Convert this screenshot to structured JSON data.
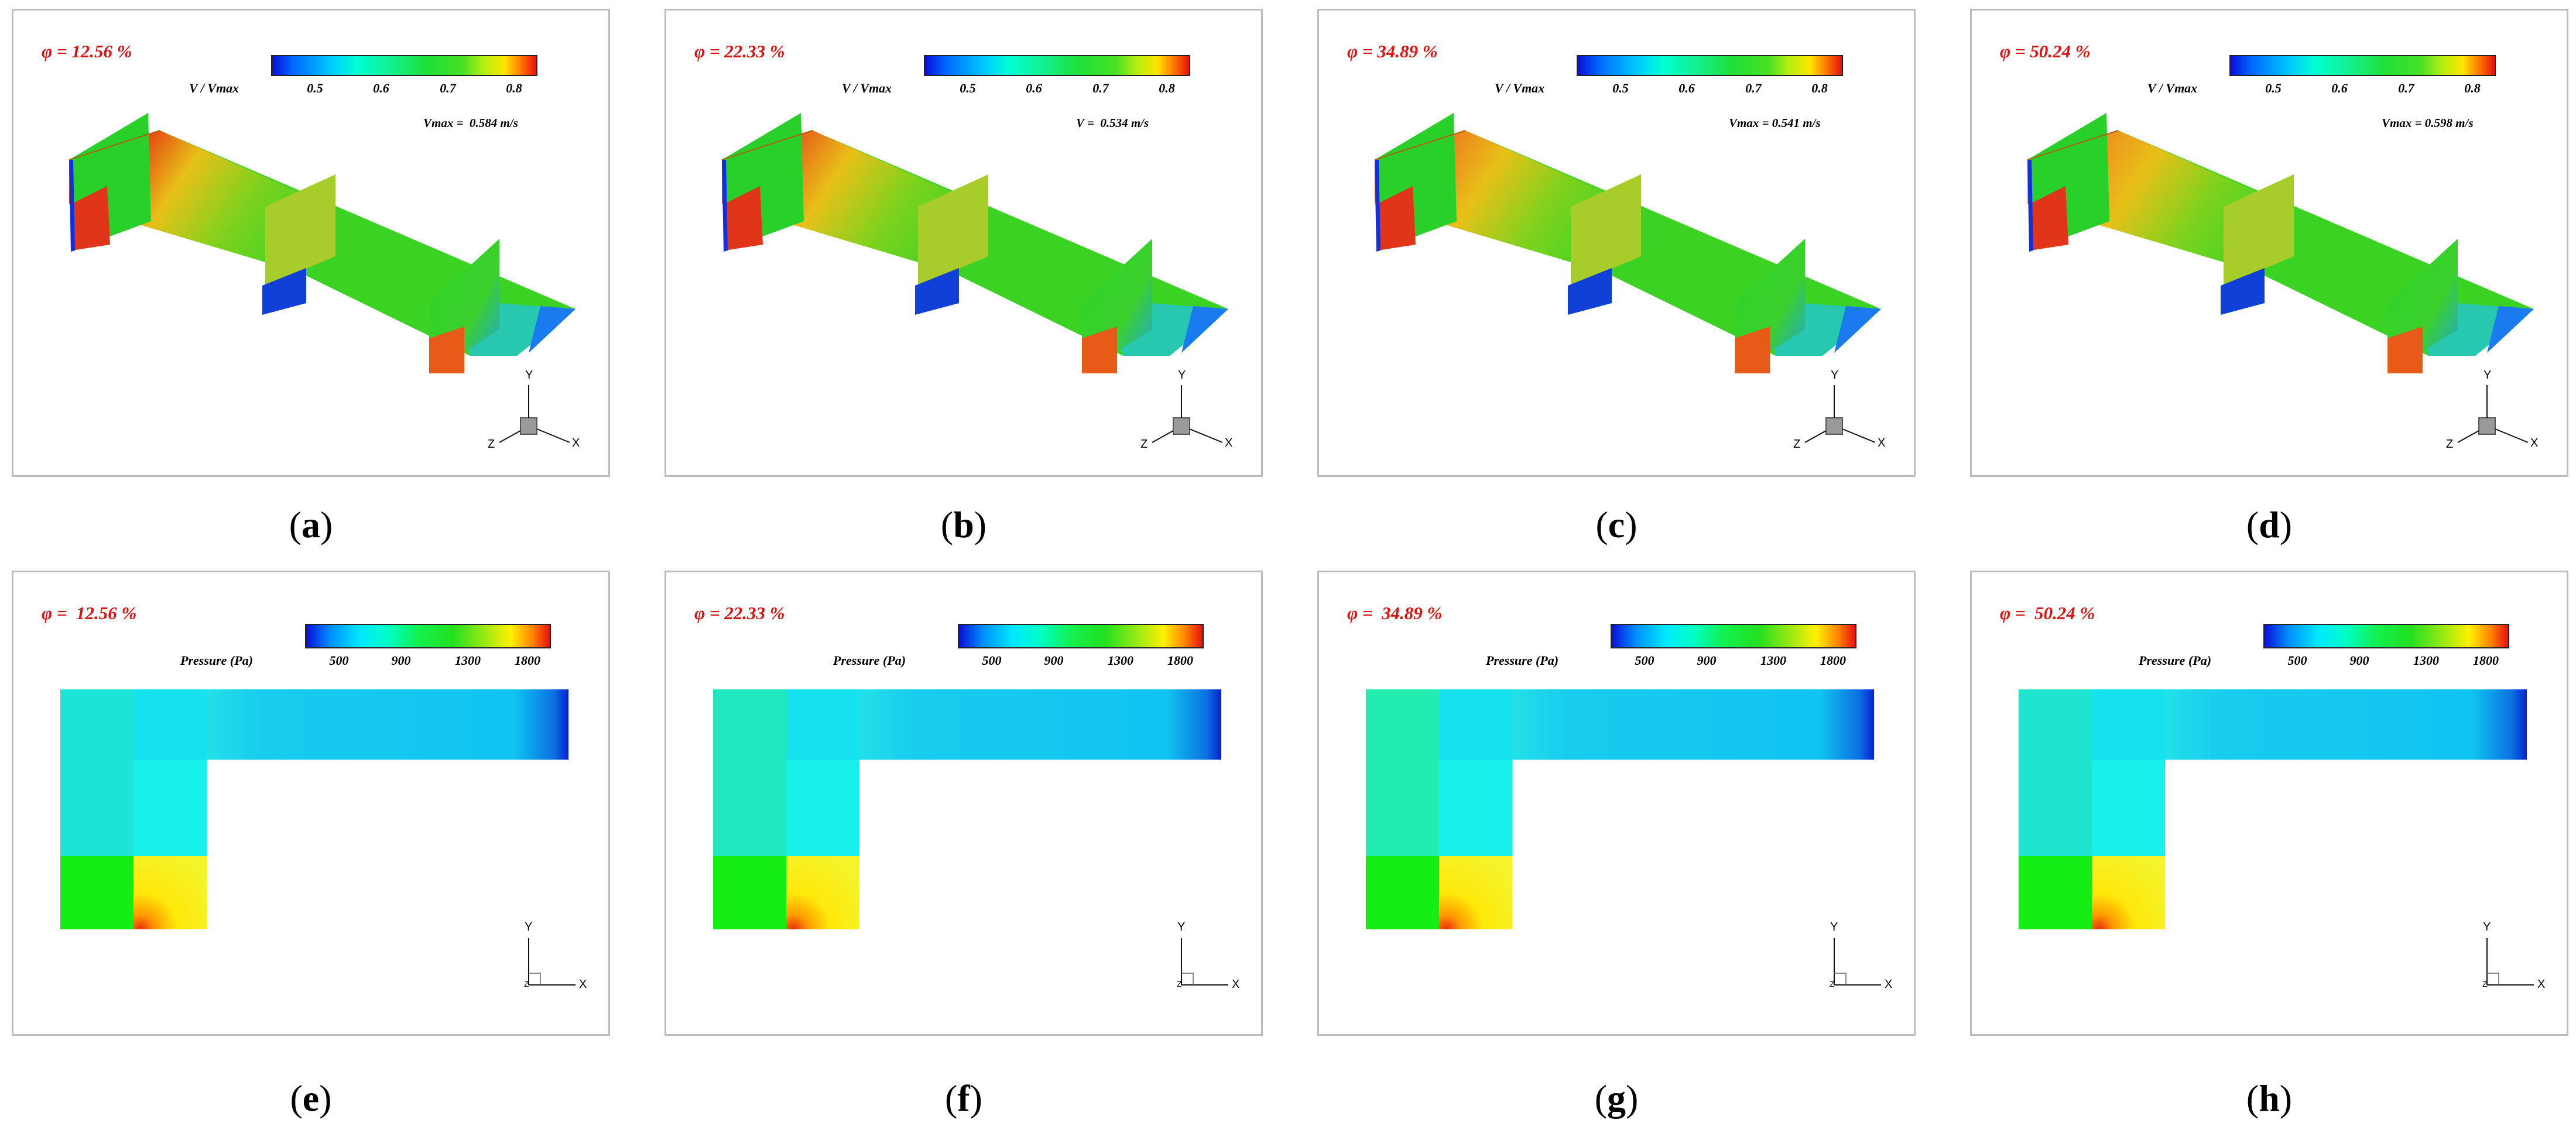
{
  "velocity_panels": [
    {
      "id": "a",
      "phi": "φ = 12.56 %",
      "legend_title": "V / Vmax",
      "ticks": [
        "0.5",
        "0.6",
        "0.7",
        "0.8"
      ],
      "vmax": "Vmax =  0.584 m/s",
      "caption": "a"
    },
    {
      "id": "b",
      "phi": "φ = 22.33 %",
      "legend_title": "V / Vmax",
      "ticks": [
        "0.5",
        "0.6",
        "0.7",
        "0.8"
      ],
      "vmax": "V =  0.534 m/s",
      "caption": "b"
    },
    {
      "id": "c",
      "phi": "φ = 34.89 %",
      "legend_title": "V / Vmax",
      "ticks": [
        "0.5",
        "0.6",
        "0.7",
        "0.8"
      ],
      "vmax": "Vmax = 0.541 m/s",
      "caption": "c"
    },
    {
      "id": "d",
      "phi": "φ = 50.24 %",
      "legend_title": "V / Vmax",
      "ticks": [
        "0.5",
        "0.6",
        "0.7",
        "0.8"
      ],
      "vmax": "Vmax = 0.598 m/s",
      "caption": "d"
    }
  ],
  "pressure_panels": [
    {
      "id": "e",
      "phi": "φ =  12.56 %",
      "legend_title": "Pressure (Pa)",
      "ticks": [
        "500",
        "900",
        "1300",
        "1800"
      ],
      "caption": "e"
    },
    {
      "id": "f",
      "phi": "φ = 22.33 %",
      "legend_title": "Pressure (Pa)",
      "ticks": [
        "500",
        "900",
        "1300",
        "1800"
      ],
      "caption": "f"
    },
    {
      "id": "g",
      "phi": "φ =  34.89 %",
      "legend_title": "Pressure (Pa)",
      "ticks": [
        "500",
        "900",
        "1300",
        "1800"
      ],
      "caption": "g"
    },
    {
      "id": "h",
      "phi": "φ =  50.24 %",
      "legend_title": "Pressure (Pa)",
      "ticks": [
        "500",
        "900",
        "1300",
        "1800"
      ],
      "caption": "h"
    }
  ],
  "axes_3d": {
    "x": "X",
    "y": "Y",
    "z": "Z"
  },
  "axes_2d": {
    "x": "X",
    "y": "Y",
    "z": "Z"
  },
  "colors": {
    "annotation_red": "#e01010",
    "panel_border": "#bdbdbd"
  }
}
